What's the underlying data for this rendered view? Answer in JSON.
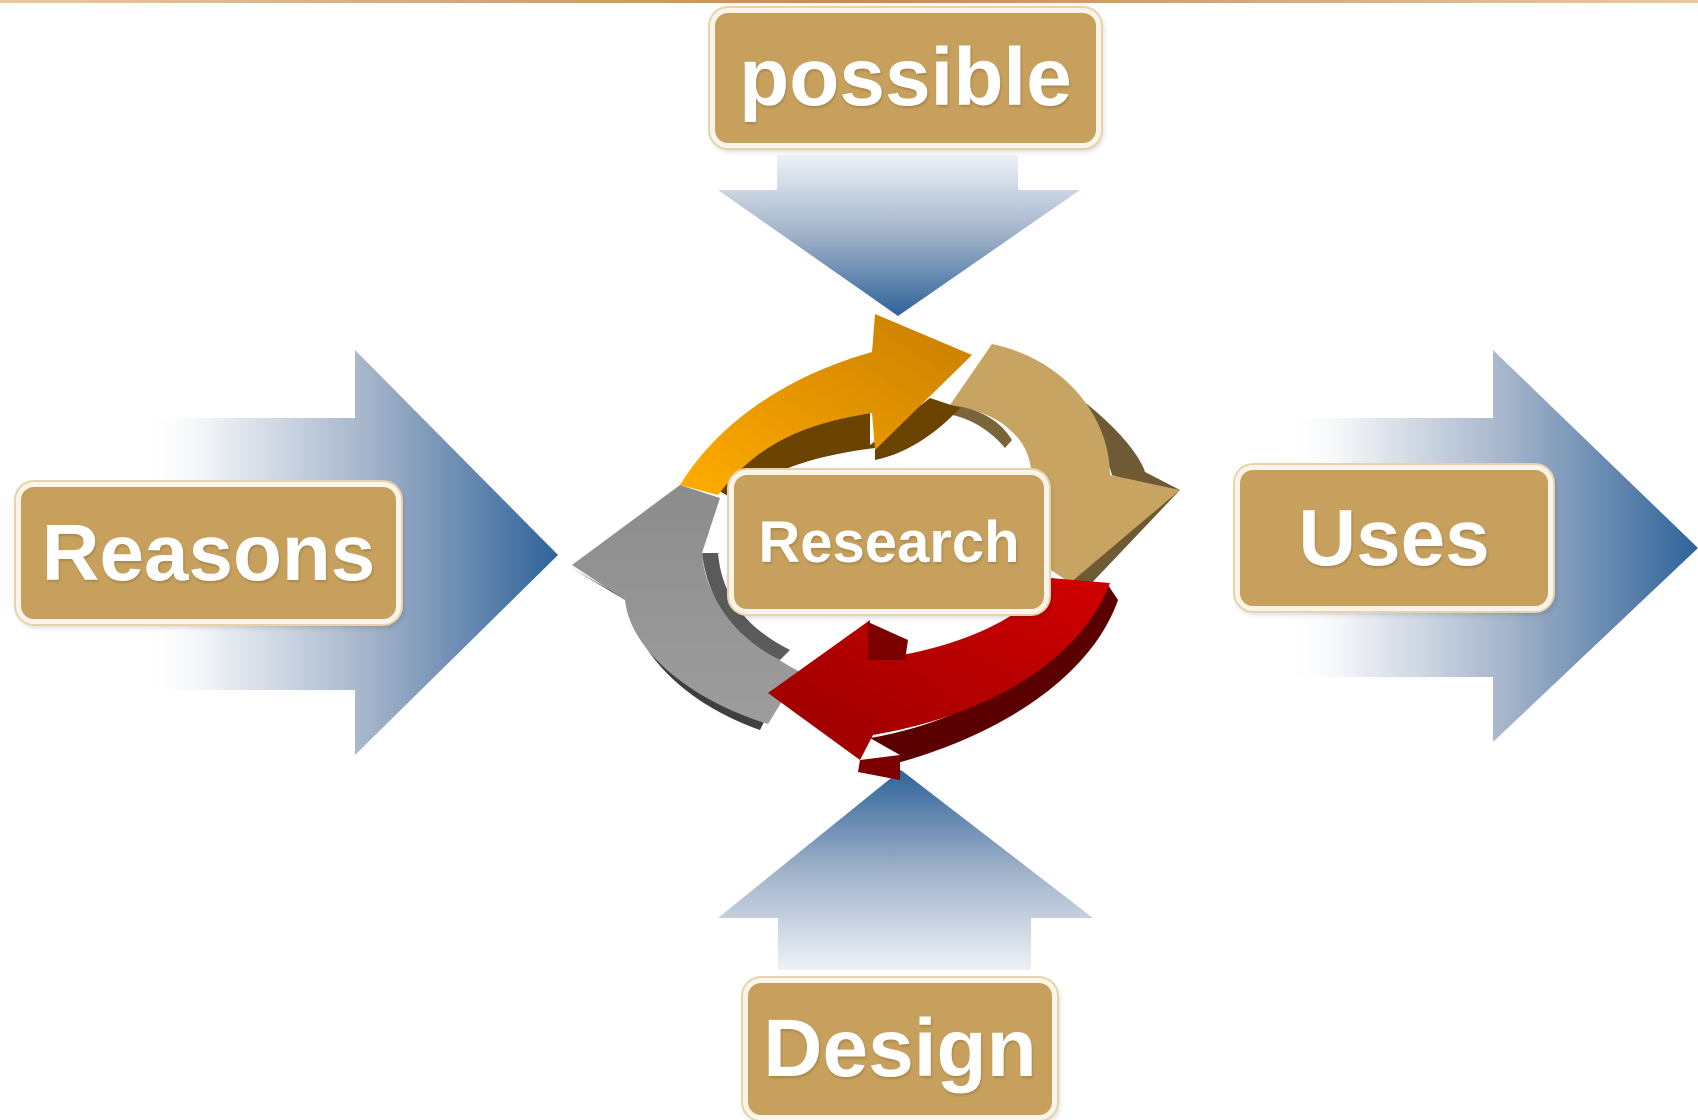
{
  "colors": {
    "box_fill": "#c6a05c",
    "box_text": "#ffffff",
    "arrow_blue": "#3a6799",
    "cycle_orange": "#f2a200",
    "cycle_tan": "#c8a463",
    "cycle_red": "#c40000",
    "cycle_gray": "#8f8f8f"
  },
  "nodes": {
    "top": "possible",
    "left": "Reasons",
    "right": "Uses",
    "center": "Research",
    "bottom": "Design"
  },
  "icons": {
    "cycle": "circular-cycle-arrows-icon",
    "arrows": "gradient-block-arrow-icon"
  }
}
